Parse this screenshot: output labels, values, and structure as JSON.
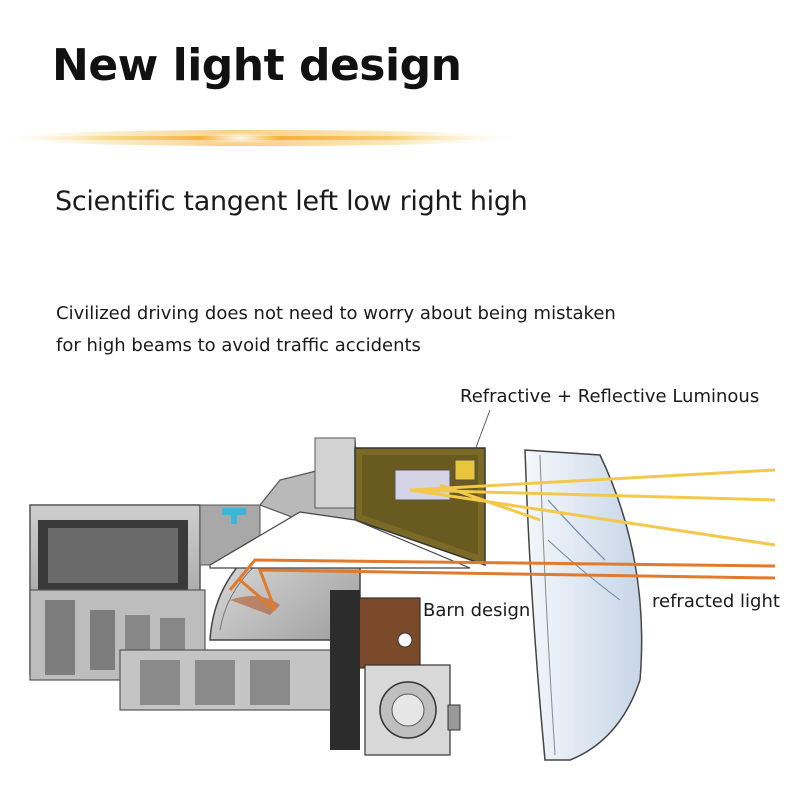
{
  "header": {
    "title": "New light design",
    "subtitle": "Scientific tangent left low right high",
    "description_lines": [
      "Civilized driving does not need to worry about being mistaken",
      "for high beams to avoid traffic accidents"
    ]
  },
  "diagram": {
    "labels": {
      "reflective": "Refractive + Reflective Luminous",
      "refracted": "refracted light",
      "barn": "Barn design"
    },
    "colors": {
      "accent_glow": "#f7b733",
      "beam_yellow": "#f2c94c",
      "beam_orange": "#e07a2c",
      "housing_gray": "#9a9a9a",
      "module_olive": "#6b5a1e",
      "barn_brown": "#7a4a2a",
      "lens_blue": "#c8d8ea",
      "indicator_cyan": "#3cb6d8"
    }
  }
}
